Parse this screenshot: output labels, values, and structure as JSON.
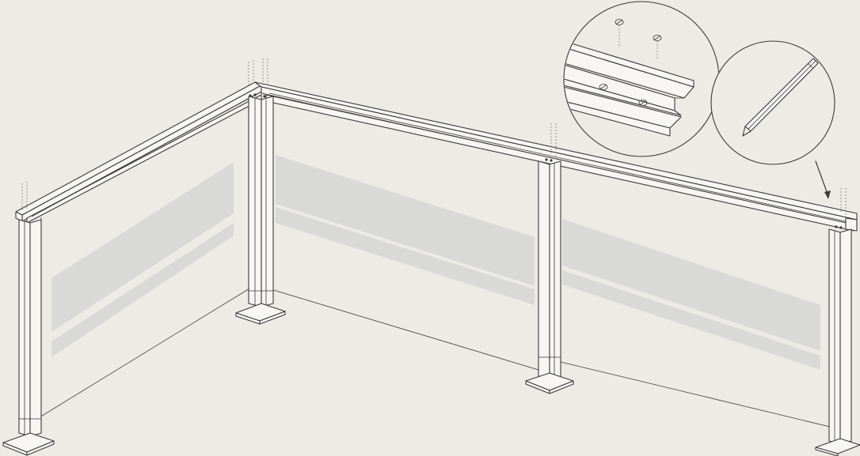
{
  "diagram": {
    "background_color": "#edebe6",
    "line_color": "#3a3a3a",
    "glass_band_color": "#d9d9d8",
    "components": [
      {
        "name": "post",
        "count": 4
      },
      {
        "name": "top-rail",
        "count": 3
      },
      {
        "name": "glass-panel",
        "count": 3
      },
      {
        "name": "base-plate",
        "count": 4
      }
    ],
    "callouts": [
      {
        "name": "rail-drilling-detail",
        "icon": "drill-hole-icon"
      },
      {
        "name": "pencil-marking-detail",
        "icon": "pencil-icon"
      }
    ]
  }
}
